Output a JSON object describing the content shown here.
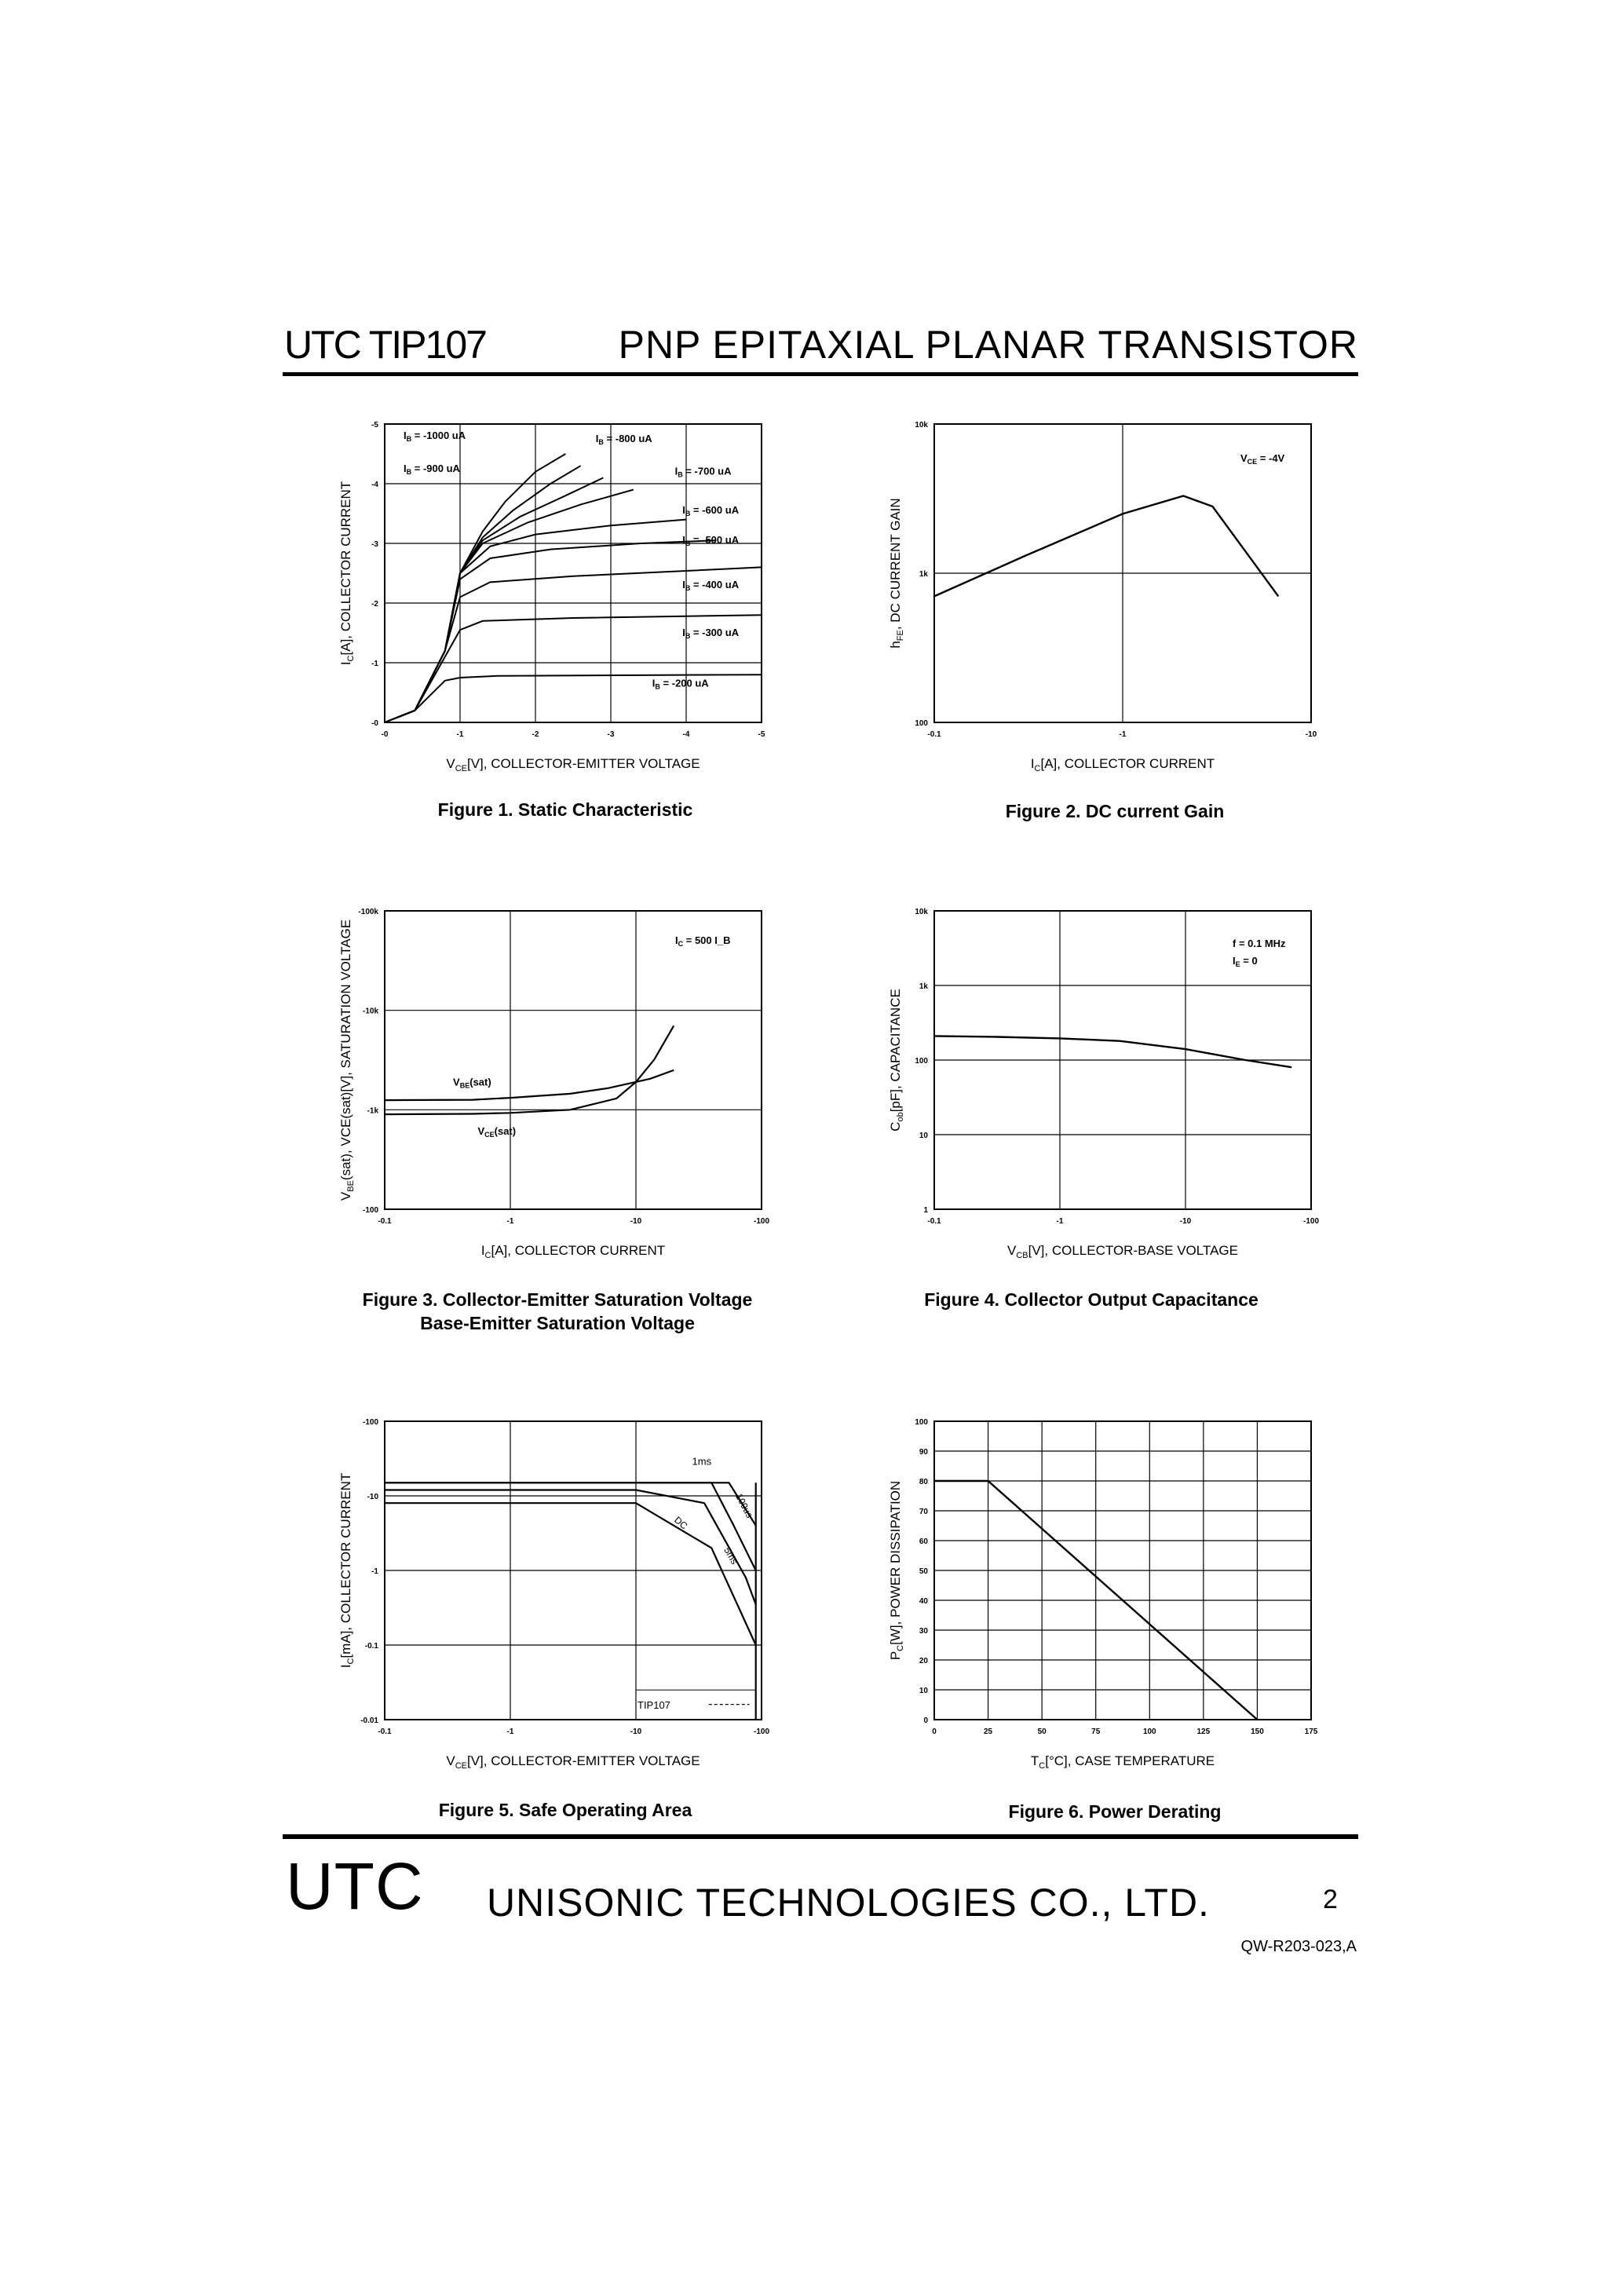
{
  "header": {
    "part_number": "UTC TIP107",
    "title": "PNP EPITAXIAL PLANAR TRANSISTOR"
  },
  "figures": [
    {
      "caption": "Figure 1. Static Characteristic",
      "xlabel": "V",
      "xlabel_sub": "CE",
      "xlabel_rest": "[V], COLLECTOR-EMITTER VOLTAGE",
      "ylabel": "I",
      "ylabel_sub": "C",
      "ylabel_rest": "[A], COLLECTOR CURRENT",
      "xticks": [
        "-0",
        "-1",
        "-2",
        "-3",
        "-4",
        "-5"
      ],
      "yticks": [
        "-0",
        "-1",
        "-2",
        "-3",
        "-4",
        "-5"
      ],
      "labels": [
        "I_B = -1000 uA",
        "I_B = -900 uA",
        "I_B = -800 uA",
        "I_B = -700 uA",
        "I_B = -600 uA",
        "I_B = -500 uA",
        "I_B = -400 uA",
        "I_B = -300 uA",
        "I_B = -200 uA"
      ]
    },
    {
      "caption": "Figure 2. DC current Gain",
      "xlabel": "I",
      "xlabel_sub": "C",
      "xlabel_rest": "[A], COLLECTOR CURRENT",
      "ylabel": "h",
      "ylabel_sub": "FE",
      "ylabel_rest": ", DC CURRENT GAIN",
      "xticks": [
        "-0.1",
        "-1",
        "-10"
      ],
      "yticks": [
        "100",
        "1k",
        "10k"
      ],
      "labels": [
        "V_CE = -4V"
      ]
    },
    {
      "caption": "Figure 3. Collector-Emitter Saturation Voltage",
      "caption2": "Base-Emitter Saturation Voltage",
      "xlabel": "I",
      "xlabel_sub": "C",
      "xlabel_rest": "[A], COLLECTOR CURRENT",
      "ylabel": "V",
      "ylabel_sub": "BE",
      "ylabel_rest": "(sat), V_CE(sat)[V], SATURATION VOLTAGE",
      "xticks": [
        "-0.1",
        "-1",
        "-10",
        "-100"
      ],
      "yticks": [
        "-100",
        "-1k",
        "-10k",
        "-100k"
      ],
      "labels": [
        "I_C = 500 I_B",
        "V_BE(sat)",
        "V_CE(sat)"
      ]
    },
    {
      "caption": "Figure 4. Collector Output Capacitance",
      "xlabel": "V",
      "xlabel_sub": "CB",
      "xlabel_rest": "[V], COLLECTOR-BASE VOLTAGE",
      "ylabel": "C",
      "ylabel_sub": "ob",
      "ylabel_rest": "[pF], CAPACITANCE",
      "xticks": [
        "-0.1",
        "-1",
        "-10",
        "-100"
      ],
      "yticks": [
        "1",
        "10",
        "100",
        "1k",
        "10k"
      ],
      "labels": [
        "f = 0.1 MHz",
        "I_E = 0"
      ]
    },
    {
      "caption": "Figure 5. Safe Operating Area",
      "xlabel": "V",
      "xlabel_sub": "CE",
      "xlabel_rest": "[V], COLLECTOR-EMITTER VOLTAGE",
      "ylabel": "I",
      "ylabel_sub": "C",
      "ylabel_rest": "[mA], COLLECTOR CURRENT",
      "xticks": [
        "-0.1",
        "-1",
        "-10",
        "-100"
      ],
      "yticks": [
        "-0.01",
        "-0.1",
        "-1",
        "-10",
        "-100"
      ],
      "labels": [
        "1ms",
        "100us",
        "DC",
        "5ms",
        "TIP107"
      ]
    },
    {
      "caption": "Figure 6. Power Derating",
      "xlabel": "T",
      "xlabel_sub": "C",
      "xlabel_rest": "[°C], CASE TEMPERATURE",
      "ylabel": "P",
      "ylabel_sub": "C",
      "ylabel_rest": "[W], POWER DISSIPATION",
      "xticks": [
        "0",
        "25",
        "50",
        "75",
        "100",
        "125",
        "150",
        "175"
      ],
      "yticks": [
        "0",
        "10",
        "20",
        "30",
        "40",
        "50",
        "60",
        "70",
        "80",
        "90",
        "100"
      ]
    }
  ],
  "chart_data": [
    {
      "type": "line",
      "title": "Figure 1. Static Characteristic",
      "xlabel": "VCE[V], COLLECTOR-EMITTER VOLTAGE",
      "ylabel": "IC[A], COLLECTOR CURRENT",
      "xlim": [
        0,
        -5
      ],
      "ylim": [
        0,
        -5
      ],
      "grid": true,
      "series": [
        {
          "name": "I_B = -1000 uA",
          "x": [
            0,
            -0.4,
            -0.8,
            -1.0,
            -1.3,
            -1.6,
            -2.0,
            -2.4
          ],
          "y": [
            0,
            -0.2,
            -1.2,
            -2.5,
            -3.2,
            -3.7,
            -4.2,
            -4.5
          ]
        },
        {
          "name": "I_B = -900 uA",
          "x": [
            0,
            -0.4,
            -0.8,
            -1.0,
            -1.3,
            -1.7,
            -2.2,
            -2.6
          ],
          "y": [
            0,
            -0.2,
            -1.2,
            -2.5,
            -3.1,
            -3.55,
            -4.0,
            -4.3
          ]
        },
        {
          "name": "I_B = -800 uA",
          "x": [
            0,
            -0.4,
            -0.8,
            -1.0,
            -1.3,
            -1.8,
            -2.4,
            -2.9
          ],
          "y": [
            0,
            -0.2,
            -1.2,
            -2.5,
            -3.05,
            -3.45,
            -3.8,
            -4.1
          ]
        },
        {
          "name": "I_B = -700 uA",
          "x": [
            0,
            -0.4,
            -0.8,
            -1.0,
            -1.3,
            -1.9,
            -2.6,
            -3.3
          ],
          "y": [
            0,
            -0.2,
            -1.2,
            -2.5,
            -3.0,
            -3.35,
            -3.65,
            -3.9
          ]
        },
        {
          "name": "I_B = -600 uA",
          "x": [
            0,
            -0.4,
            -0.8,
            -1.0,
            -1.4,
            -2.0,
            -3.0,
            -4.0
          ],
          "y": [
            0,
            -0.2,
            -1.2,
            -2.5,
            -2.95,
            -3.15,
            -3.3,
            -3.4
          ]
        },
        {
          "name": "I_B = -500 uA",
          "x": [
            0,
            -0.4,
            -0.8,
            -1.0,
            -1.4,
            -2.2,
            -3.4,
            -4.4
          ],
          "y": [
            0,
            -0.2,
            -1.2,
            -2.4,
            -2.75,
            -2.9,
            -3.0,
            -3.05
          ]
        },
        {
          "name": "I_B = -400 uA",
          "x": [
            0,
            -0.4,
            -0.8,
            -1.0,
            -1.4,
            -2.5,
            -5.0
          ],
          "y": [
            0,
            -0.2,
            -1.2,
            -2.1,
            -2.35,
            -2.45,
            -2.6
          ]
        },
        {
          "name": "I_B = -300 uA",
          "x": [
            0,
            -0.4,
            -0.8,
            -1.0,
            -1.3,
            -2.5,
            -5.0
          ],
          "y": [
            0,
            -0.2,
            -1.1,
            -1.55,
            -1.7,
            -1.75,
            -1.8
          ]
        },
        {
          "name": "I_B = -200 uA",
          "x": [
            0,
            -0.4,
            -0.8,
            -1.0,
            -1.5,
            -5.0
          ],
          "y": [
            0,
            -0.2,
            -0.7,
            -0.75,
            -0.78,
            -0.8
          ]
        }
      ]
    },
    {
      "type": "line",
      "title": "Figure 2. DC current Gain",
      "xlabel": "IC[A], COLLECTOR CURRENT",
      "ylabel": "hFE, DC CURRENT GAIN",
      "xscale": "log",
      "yscale": "log",
      "xlim": [
        -0.1,
        -10
      ],
      "ylim": [
        100,
        10000
      ],
      "grid": true,
      "series": [
        {
          "name": "V_CE = -4V",
          "x": [
            -0.1,
            -0.3,
            -1,
            -2.1,
            -3,
            -6.7
          ],
          "y": [
            700,
            1300,
            2500,
            3300,
            2800,
            700
          ]
        }
      ]
    },
    {
      "type": "line",
      "title": "Figure 3. Collector-Emitter Saturation Voltage / Base-Emitter Saturation Voltage",
      "xlabel": "IC[A], COLLECTOR CURRENT",
      "ylabel": "VBE(sat), VCE(sat)[V], SATURATION VOLTAGE",
      "xscale": "log",
      "yscale": "log",
      "xlim": [
        -0.1,
        -100
      ],
      "ylim": [
        -100,
        -100000
      ],
      "grid": true,
      "series": [
        {
          "name": "V_BE(sat)",
          "x": [
            -0.1,
            -0.5,
            -1,
            -3,
            -6,
            -13,
            -20
          ],
          "y": [
            -1250,
            -1260,
            -1320,
            -1450,
            -1650,
            -2050,
            -2500
          ]
        },
        {
          "name": "V_CE(sat)",
          "x": [
            -0.1,
            -0.5,
            -1,
            -3,
            -7,
            -10,
            -14,
            -20
          ],
          "y": [
            -900,
            -910,
            -930,
            -1000,
            -1300,
            -1900,
            -3200,
            -7000
          ]
        }
      ]
    },
    {
      "type": "line",
      "title": "Figure 4. Collector Output Capacitance",
      "xlabel": "VCB[V], COLLECTOR-BASE VOLTAGE",
      "ylabel": "Cob[pF], CAPACITANCE",
      "xscale": "log",
      "yscale": "log",
      "xlim": [
        -0.1,
        -100
      ],
      "ylim": [
        1,
        10000
      ],
      "grid": true,
      "series": [
        {
          "name": "f = 0.1 MHz, I_E = 0",
          "x": [
            -0.1,
            -0.3,
            -1,
            -3,
            -10,
            -30,
            -70
          ],
          "y": [
            210,
            205,
            195,
            180,
            140,
            100,
            80
          ]
        }
      ]
    },
    {
      "type": "line",
      "title": "Figure 5. Safe Operating Area",
      "xlabel": "VCE[V], COLLECTOR-EMITTER VOLTAGE",
      "ylabel": "IC[mA], COLLECTOR CURRENT",
      "xscale": "log",
      "yscale": "log",
      "xlim": [
        -0.1,
        -100
      ],
      "ylim": [
        -0.01,
        -100
      ],
      "grid": true,
      "series": [
        {
          "name": "1ms",
          "x": [
            -0.1,
            -40,
            -60,
            -90
          ],
          "y": [
            -15,
            -15,
            -4,
            -1
          ]
        },
        {
          "name": "100us",
          "x": [
            -0.1,
            -55,
            -90
          ],
          "y": [
            -15,
            -15,
            -4
          ]
        },
        {
          "name": "5ms",
          "x": [
            -0.1,
            -10,
            -35,
            -75,
            -90
          ],
          "y": [
            -12,
            -12,
            -8,
            -0.8,
            -0.35
          ]
        },
        {
          "name": "DC",
          "x": [
            -0.1,
            -10,
            -40,
            -90
          ],
          "y": [
            -8,
            -8,
            -2,
            -0.1
          ]
        },
        {
          "name": "TIP107",
          "x": [
            -90,
            -90
          ],
          "y": [
            -0.01,
            -15
          ]
        }
      ]
    },
    {
      "type": "line",
      "title": "Figure 6. Power Derating",
      "xlabel": "TC[°C], CASE TEMPERATURE",
      "ylabel": "PC[W], POWER DISSIPATION",
      "xlim": [
        0,
        175
      ],
      "ylim": [
        0,
        100
      ],
      "grid": true,
      "series": [
        {
          "name": "PC",
          "x": [
            0,
            25,
            150
          ],
          "y": [
            80,
            80,
            0
          ]
        }
      ]
    }
  ],
  "footer": {
    "logo": "UTC",
    "company": "UNISONIC TECHNOLOGIES CO., LTD.",
    "page": "2",
    "doc_number": "QW-R203-023,A"
  }
}
